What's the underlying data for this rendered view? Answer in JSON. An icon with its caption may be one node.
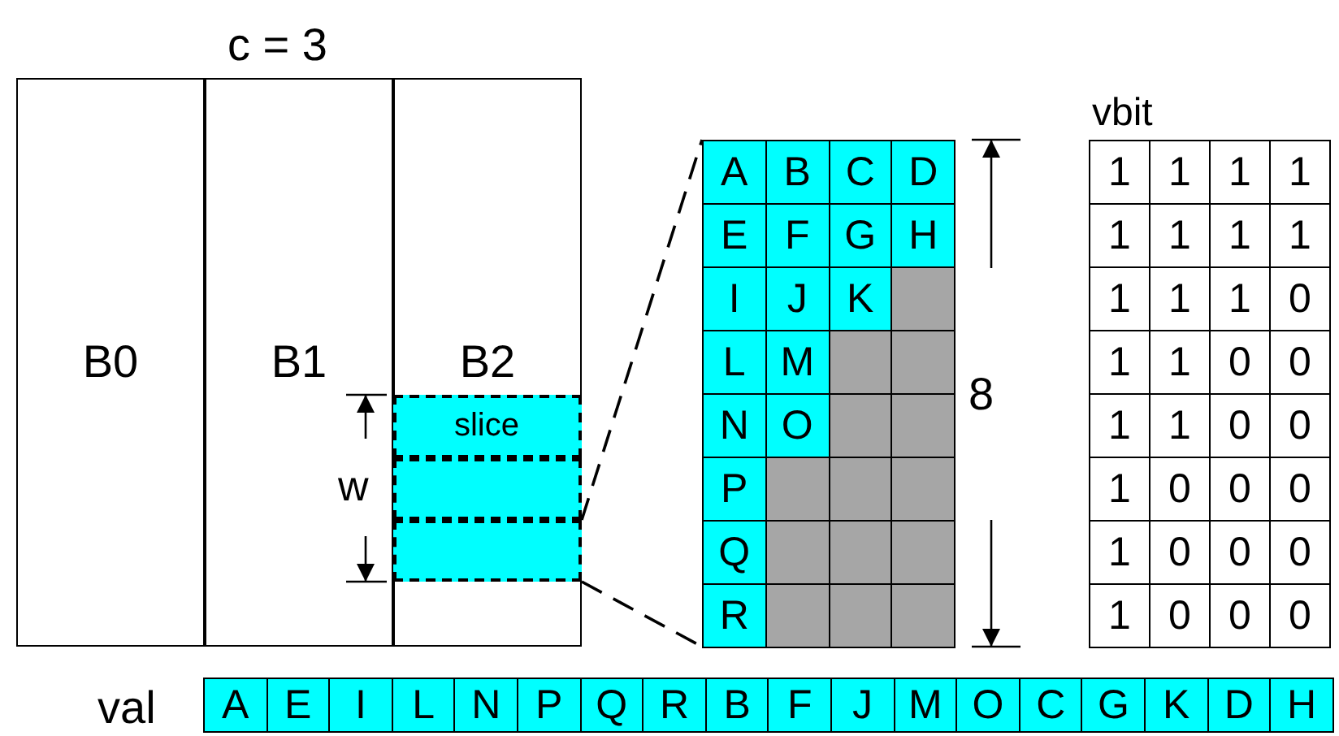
{
  "diagram": {
    "nodes": [
      {
        "text": [
          "B0"
        ]
      },
      {
        "text": [
          "B1"
        ]
      },
      {
        "text": [
          "B2"
        ]
      },
      {
        "text": [
          "slice"
        ],
        "in": 2
      },
      {
        "text": [],
        "shape": "box",
        "in": 2
      },
      {
        "text": [],
        "shape": "box",
        "in": 2
      },
      {
        "text": [
          "A",
          "B",
          "C",
          "D",
          "E",
          "F",
          "G",
          "H",
          "I",
          "J",
          "K",
          "L",
          "M",
          "N",
          "O",
          "P",
          "Q",
          "R"
        ]
      }
    ],
    "edges": [
      {
        "from": 5,
        "to": 6,
        "arrow": "none",
        "style": "dashed"
      },
      {
        "from": 5,
        "to": 6,
        "arrow": "none",
        "style": "dashed"
      }
    ],
    "labels": [
      "c = 3",
      "w",
      "8",
      "vbit",
      "1",
      "1",
      "1",
      "1",
      "1",
      "1",
      "1",
      "1",
      "1",
      "1",
      "1",
      "0",
      "1",
      "1",
      "0",
      "0",
      "1",
      "1",
      "0",
      "0",
      "1",
      "0",
      "0",
      "0",
      "1",
      "0",
      "0",
      "0",
      "1",
      "0",
      "0",
      "0",
      "val",
      "A",
      "E",
      "I",
      "L",
      "N",
      "P",
      "Q",
      "R",
      "B",
      "F",
      "J",
      "M",
      "O",
      "C",
      "G",
      "K",
      "D",
      "H"
    ]
  }
}
